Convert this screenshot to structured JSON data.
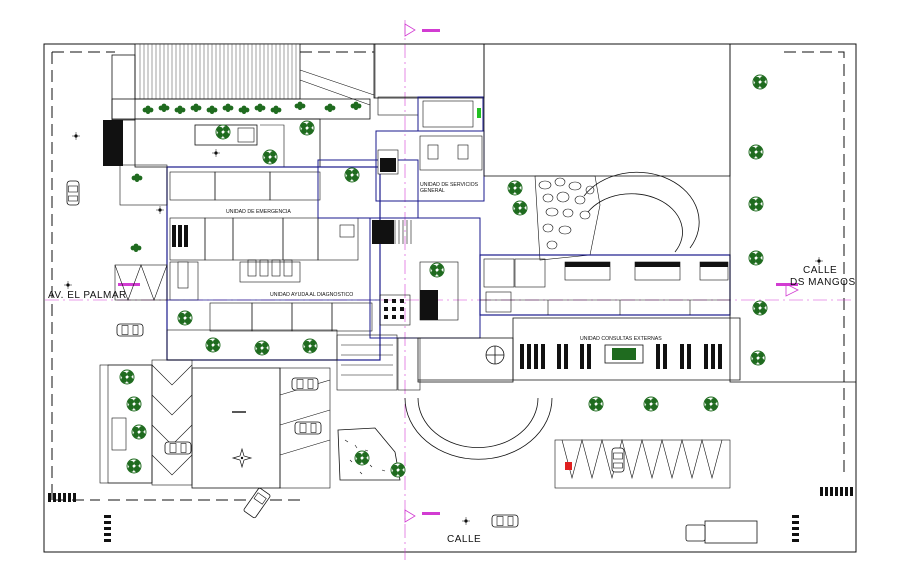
{
  "streets": {
    "west": "AV. EL PALMAR",
    "east": "CALLE\nDS MANGOS",
    "south": "CALLE"
  },
  "units": {
    "emergency": "UNIDAD DE EMERGENCIA",
    "diagnostic": "UNIDAD AYUDA AL DIAGNOSTICO",
    "general_services": "UNIDAD DE SERVICIOS\nGENERAL",
    "outpatient": "UNIDAD CONSULTAS EXTERNAS"
  },
  "colors": {
    "line": "#111111",
    "wall": "#1a1a8c",
    "tree": "#1f6b1f",
    "axis": "#d23cd2",
    "accent_red": "#e02020",
    "accent_green": "#22c022"
  },
  "icons": {
    "north_arrow": "compass-cross-icon",
    "section_marker": "triangle-section-icon"
  }
}
